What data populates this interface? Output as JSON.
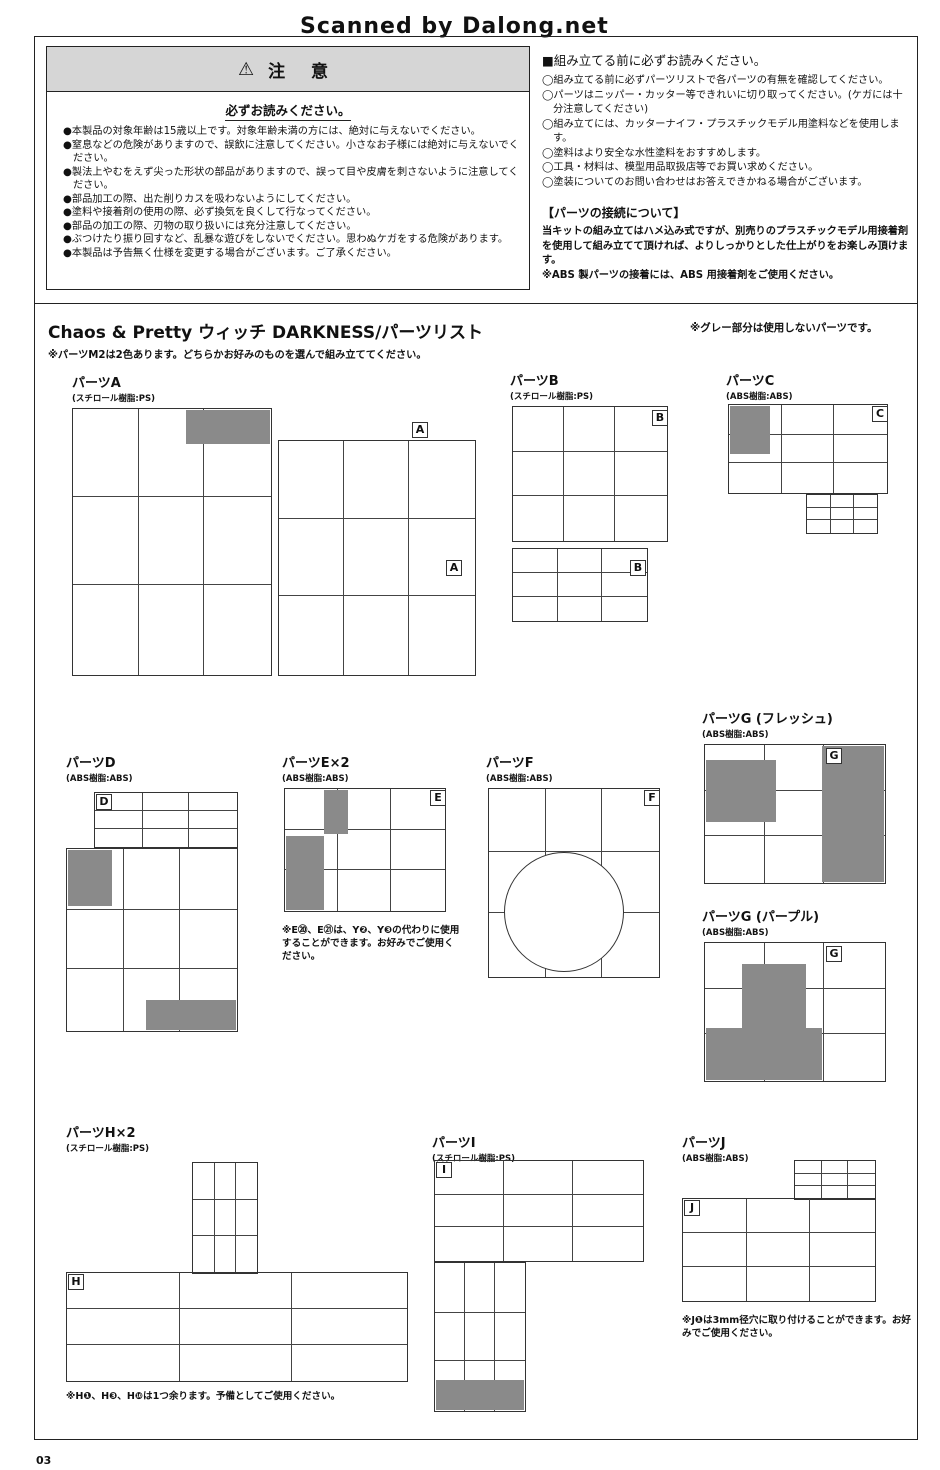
{
  "watermark": "Scanned by Dalong.net",
  "caution": {
    "title": "注 意",
    "subtitle": "必ずお読みください。",
    "items": [
      "●本製品の対象年齢は15歳以上です。対象年齢未満の方には、絶対に与えないでください。",
      "●窒息などの危険がありますので、誤飲に注意してください。小さなお子様には絶対に与えないでください。",
      "●製法上やむをえず尖った形状の部品がありますので、誤って目や皮膚を刺さないように注意してください。",
      "●部品加工の際、出た削りカスを吸わないようにしてください。",
      "●塗料や接着剤の使用の際、必ず換気を良くして行なってください。",
      "●部品の加工の際、刃物の取り扱いには充分注意してください。",
      "●ぶつけたり振り回すなど、乱暴な遊びをしないでください。思わぬケガをする危険があります。",
      "●本製品は予告無く仕様を変更する場合がございます。ご了承ください。"
    ]
  },
  "read_first": {
    "title": "■組み立てる前に必ずお読みください。",
    "items": [
      "◯組み立てる前に必ずパーツリストで各パーツの有無を確認してください。",
      "◯パーツはニッパー・カッター等できれいに切り取ってください。(ケガには十分注意してください)",
      "◯組み立てには、カッターナイフ・プラスチックモデル用塗料などを使用します。",
      "◯塗料はより安全な水性塗料をおすすめします。",
      "◯工具・材料は、模型用品取扱店等でお買い求めください。",
      "◯塗装についてのお問い合わせはお答えできかねる場合がございます。"
    ],
    "connection_title": "【パーツの接続について】",
    "connection_text": "当キットの組み立てはハメ込み式ですが、別売りのプラスチックモデル用接着剤を使用して組み立てて頂ければ、よりしっかりとした仕上がりをお楽しみ頂けます。",
    "connection_note": "※ABS 製パーツの接着には、ABS 用接着剤をご使用ください。"
  },
  "parts_title": "Chaos & Pretty ウィッチ DARKNESS/パーツリスト",
  "gray_note": "※グレー部分は使用しないパーツです。",
  "m2_note": "※パーツM2は2色あります。どちらかお好みのものを選んで組み立ててください。",
  "parts": {
    "a": {
      "name": "パーツA",
      "mat": "(スチロール樹脂:PS)",
      "tag": "A"
    },
    "b": {
      "name": "パーツB",
      "mat": "(スチロール樹脂:PS)",
      "tag": "B"
    },
    "c": {
      "name": "パーツC",
      "mat": "(ABS樹脂:ABS)",
      "tag": "C"
    },
    "d": {
      "name": "パーツD",
      "mat": "(ABS樹脂:ABS)",
      "tag": "D"
    },
    "e": {
      "name": "パーツE×2",
      "mat": "(ABS樹脂:ABS)",
      "tag": "E"
    },
    "f": {
      "name": "パーツF",
      "mat": "(ABS樹脂:ABS)",
      "tag": "F"
    },
    "g1": {
      "name": "パーツG (フレッシュ)",
      "mat": "(ABS樹脂:ABS)",
      "tag": "G"
    },
    "g2": {
      "name": "パーツG (パープル)",
      "mat": "(ABS樹脂:ABS)",
      "tag": "G"
    },
    "h": {
      "name": "パーツH×2",
      "mat": "(スチロール樹脂:PS)",
      "tag": "H"
    },
    "i": {
      "name": "パーツI",
      "mat": "(スチロール樹脂:PS)",
      "tag": "I"
    },
    "j": {
      "name": "パーツJ",
      "mat": "(ABS樹脂:ABS)",
      "tag": "J"
    }
  },
  "notes": {
    "e": "※E⑳、E㉑は、Y❷、Y❸の代わりに使用することができます。お好みでご使用ください。",
    "h": "※H❶、H❸、H❿は1つ余ります。予備としてご使用ください。",
    "j": "※J❶は3mm径穴に取り付けることができます。お好みでご使用ください。"
  },
  "page_number": "03"
}
